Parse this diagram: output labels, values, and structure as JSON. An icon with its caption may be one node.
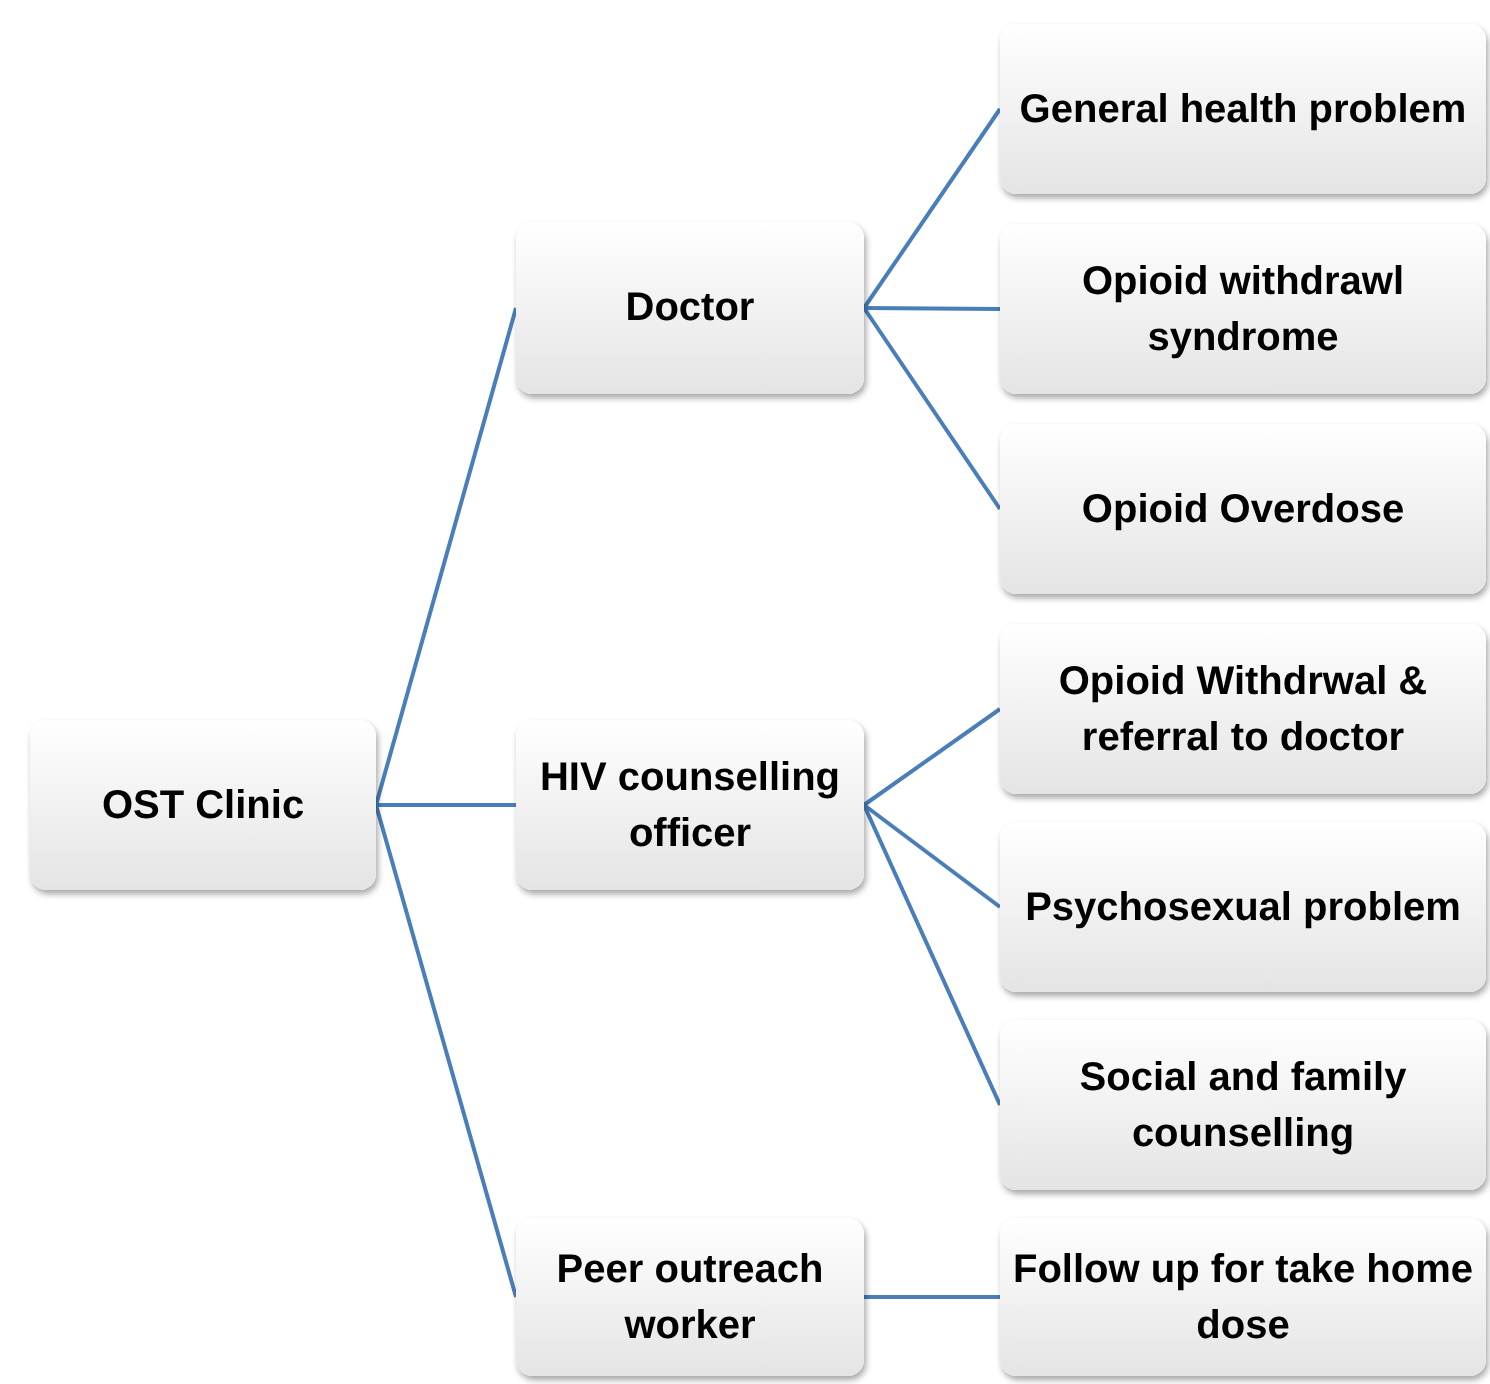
{
  "diagram": {
    "nodes": [
      {
        "text": [
          "OST Clinic"
        ]
      },
      {
        "text": [
          "Doctor"
        ]
      },
      {
        "text": [
          "HIV counselling officer"
        ]
      },
      {
        "text": [
          "Peer outreach worker"
        ]
      },
      {
        "text": [
          "General health problem"
        ]
      },
      {
        "text": [
          "Opioid withdrawl syndrome"
        ]
      },
      {
        "text": [
          "Opioid Overdose"
        ]
      },
      {
        "text": [
          "Opioid Withdrwal & referral to doctor"
        ]
      },
      {
        "text": [
          "Psychosexual problem"
        ]
      },
      {
        "text": [
          "Social and family counselling"
        ]
      },
      {
        "text": [
          "Follow up for take home dose"
        ]
      }
    ],
    "edges": [
      {
        "from": 0,
        "to": 1,
        "arrow": "none"
      },
      {
        "from": 0,
        "to": 2,
        "arrow": "none"
      },
      {
        "from": 0,
        "to": 3,
        "arrow": "none"
      },
      {
        "from": 1,
        "to": 4,
        "arrow": "none"
      },
      {
        "from": 1,
        "to": 5,
        "arrow": "none"
      },
      {
        "from": 1,
        "to": 6,
        "arrow": "none"
      },
      {
        "from": 2,
        "to": 7,
        "arrow": "none"
      },
      {
        "from": 2,
        "to": 8,
        "arrow": "none"
      },
      {
        "from": 2,
        "to": 9,
        "arrow": "none"
      },
      {
        "from": 3,
        "to": 10,
        "arrow": "none"
      }
    ]
  }
}
